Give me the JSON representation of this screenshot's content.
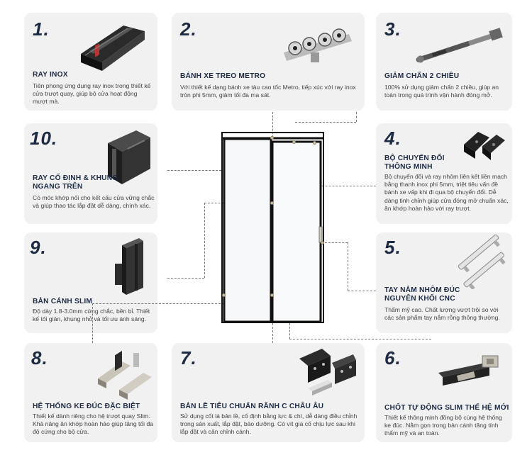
{
  "features": [
    {
      "number": "1.",
      "title": "RAY INOX",
      "desc": "Tiên phong ứng dụng ray inox trong thiết kế cửa trượt quay, giúp bộ cửa hoạt động mượt mà.",
      "icon": "inox-rail-icon"
    },
    {
      "number": "2.",
      "title": "BÁNH XE TREO METRO",
      "desc": "Với thiết kế dạng bánh xe  tàu cao tốc Metro, tiếp xúc với ray inox tròn phi 5mm, giảm tối đa ma sát.",
      "icon": "metro-roller-icon"
    },
    {
      "number": "3.",
      "title": "GIẢM CHẤN 2 CHIỀU",
      "desc": "100% sử dụng giảm chấn 2 chiều, giúp an toàn trong quá trình vận hành đóng mở.",
      "icon": "damper-icon"
    },
    {
      "number": "4.",
      "title": "BỘ CHUYỂN ĐỔI THÔNG MINH",
      "desc": "Bộ chuyển đổi và ray nhôm liên kết liền mạch bằng thanh inox phi 5mm, triệt tiêu vấn đề bánh xe vấp khi đi qua bộ chuyển đổi. Dễ dàng tinh chỉnh giúp cửa đóng mở chuẩn xác, ăn khớp hoàn hảo với ray trượt.",
      "icon": "converter-icon"
    },
    {
      "number": "5.",
      "title": "TAY NẮM NHÔM ĐÚC NGUYÊN KHỐI CNC",
      "desc": "Thẩm mỹ cao. Chất lượng vượt trội so với các sản phẩm tay nắm rỗng thông thường.",
      "icon": "handle-icon"
    },
    {
      "number": "6.",
      "title": "CHỐT TỰ ĐỘNG SLIM THẾ HỆ MỚI",
      "desc": "Thiết kế thông minh đồng bộ cùng hệ thống ke đúc. Nằm gọn trong bản cánh tăng tính thẩm mỹ và an toàn.",
      "icon": "auto-latch-icon"
    },
    {
      "number": "7.",
      "title": "BẢN LỀ TIÊU CHUẨN RÃNH C CHÂU ÂU",
      "desc": "Sử dụng cốt lá bản lề, cố định bằng lực & chì, dễ dàng điều chỉnh trong sản xuất, lắp đặt, bảo dưỡng. Có vít gia cố chịu lực sau khi lắp đặt và cân chỉnh cánh.",
      "icon": "hinge-icon"
    },
    {
      "number": "8.",
      "title": "HỆ THỐNG KE ĐÚC ĐẶC BIỆT",
      "desc": "Thiết kế dành riêng cho hệ trượt quay Slim. Khả năng ăn khớp hoàn hảo giúp tăng tối đa độ cứng cho bộ cửa.",
      "icon": "cast-corner-icon"
    },
    {
      "number": "9.",
      "title": "BẢN CÁNH SLIM",
      "desc": "Độ dày 1.8-3.0mm cứng chắc, bền bỉ. Thiết kế tối giản, khung nhỏ và tối ưu ánh sáng.",
      "icon": "slim-sash-icon"
    },
    {
      "number": "10.",
      "title": "RAY CỐ ĐỊNH & KHUNG NGANG TRÊN",
      "desc": "Có móc khớp nối cho kết cấu cửa vững chắc và giúp thao tác lắp đặt dễ dàng, chính xác.",
      "icon": "fixed-rail-icon"
    }
  ]
}
